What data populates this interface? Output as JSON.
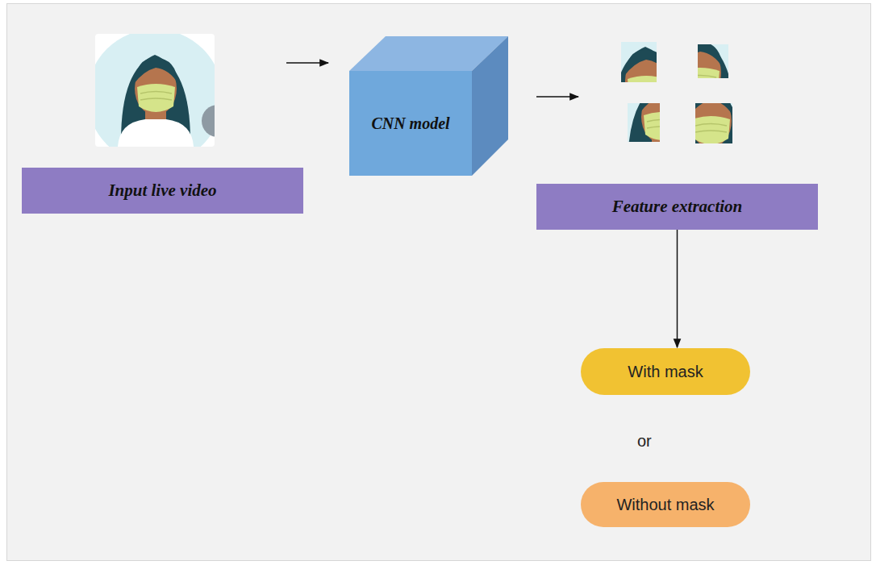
{
  "diagram": {
    "nodes": [
      {
        "text": [
          "Input live video"
        ]
      },
      {
        "text": [
          "CNN model"
        ]
      },
      {
        "text": [
          "Feature extraction"
        ]
      },
      {
        "text": [
          "With mask"
        ]
      },
      {
        "text": [
          "Without mask"
        ]
      }
    ],
    "edges": [
      {
        "from": 2,
        "to": 3,
        "arrow": "to"
      }
    ],
    "labels": [
      "or"
    ]
  }
}
